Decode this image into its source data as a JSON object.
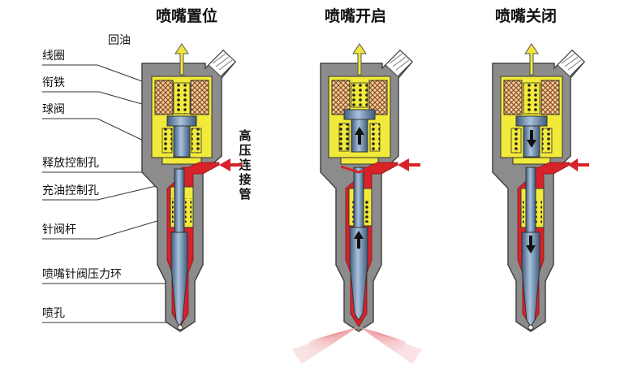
{
  "titles": {
    "reset": "喷嘴置位",
    "open": "喷嘴开启",
    "close": "喷嘴关闭"
  },
  "labels": {
    "return_oil": "回油",
    "coil": "线圈",
    "armature": "衔铁",
    "ball_valve": "球阀",
    "release_orifice": "释放控制孔",
    "fill_orifice": "充油控制孔",
    "needle_rod": "针阀杆",
    "pressure_ring": "喷嘴针阀压力环",
    "nozzle_hole": "喷孔"
  },
  "high_pressure_pipe": [
    "高",
    "压",
    "连",
    "接",
    "管"
  ],
  "colors": {
    "housing": "#8c8c8c",
    "housing_dark": "#5a5a5a",
    "yellow": "#f2ea3a",
    "red": "#d8222a",
    "steel": "#7f9fbf",
    "steel_dark": "#3e5c7e",
    "coil": "#b8652a",
    "arrow_yellow": "#f2e63a",
    "spray": "#e8848c"
  }
}
